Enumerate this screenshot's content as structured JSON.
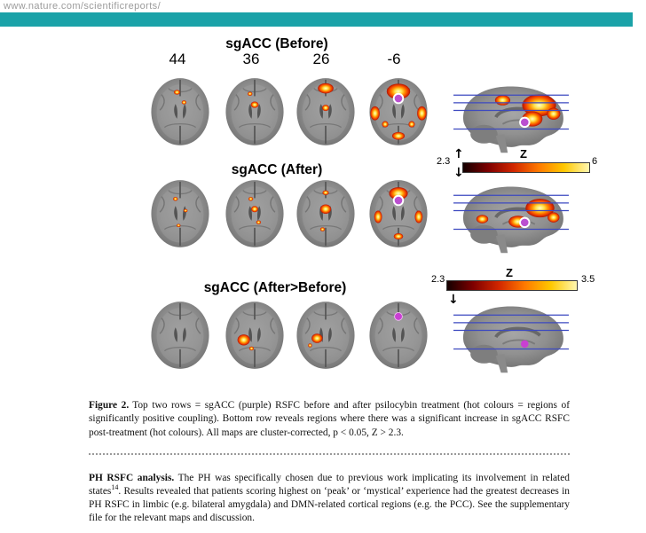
{
  "header": {
    "url": "www.nature.com/scientificreports/",
    "accent_color": "#1aa2a8"
  },
  "figure": {
    "slice_coordinates": [
      "44",
      "36",
      "26",
      "-6"
    ],
    "rows": [
      {
        "title": "sgACC (Before)"
      },
      {
        "title": "sgACC (After)"
      },
      {
        "title": "sgACC (After>Before)"
      }
    ],
    "colorbars": [
      {
        "min": "2.3",
        "label": "Z",
        "max": "6",
        "up_arrow": "↑",
        "down_arrow": "↓"
      },
      {
        "min": "2.3",
        "label": "Z",
        "max": "3.5",
        "down_arrow": "↓"
      }
    ],
    "colors": {
      "hot_scale": [
        "#140000",
        "#7e0000",
        "#d22700",
        "#ff7a00",
        "#ffc800",
        "#fff7b0"
      ],
      "seed_purple": "#bb4fd0",
      "slice_line_blue": "#3c49c0"
    }
  },
  "caption": {
    "label": "Figure 2.",
    "text": "Top two rows = sgACC (purple) RSFC before and after psilocybin treatment (hot colours = regions of significantly positive coupling). Bottom row reveals regions where there was a significant increase in sgACC RSFC post-treatment (hot colours). All maps are cluster-corrected, p < 0.05, Z > 2.3."
  },
  "body": {
    "heading": "PH RSFC analysis.",
    "text_before_ref": "The PH was specifically chosen due to previous work implicating its involvement in related states",
    "reference": "14",
    "text_after_ref": ". Results revealed that patients scoring highest on ‘peak’ or ‘mystical’ experience had the greatest decreases in PH RSFC in limbic (e.g. bilateral amygdala) and DMN-related cortical regions (e.g. the PCC). See the supplementary file for the relevant maps and discussion."
  }
}
